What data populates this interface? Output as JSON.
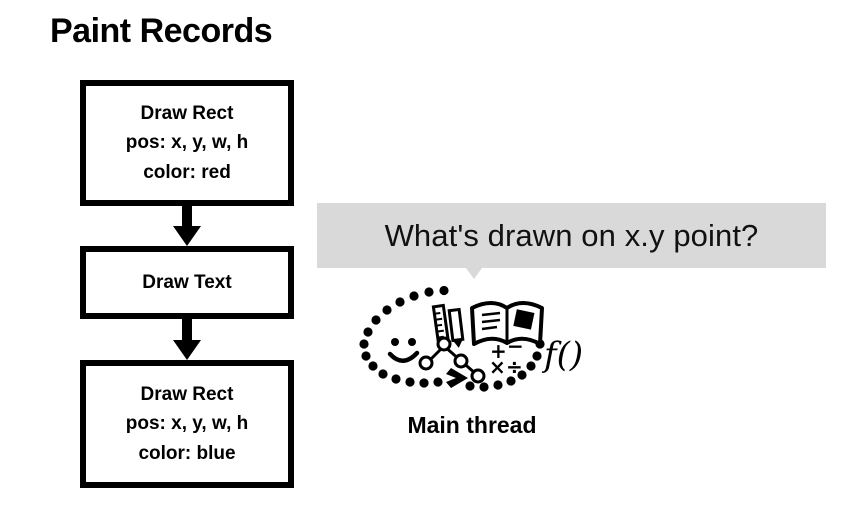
{
  "slide": {
    "title": "Paint Records",
    "background_color": "#ffffff",
    "text_color": "#000000"
  },
  "paint_records": {
    "boxes": [
      {
        "name": "draw-rect-red",
        "lines": [
          "Draw Rect",
          "pos: x, y, w, h",
          "color: red"
        ],
        "color_value": "red"
      },
      {
        "name": "draw-text",
        "lines": [
          "Draw Text"
        ]
      },
      {
        "name": "draw-rect-blue",
        "lines": [
          "Draw Rect",
          "pos: x, y, w, h",
          "color: blue"
        ],
        "color_value": "blue"
      }
    ],
    "arrow_count": 2
  },
  "speech_bubble": {
    "text": "What's drawn on x.y point?",
    "background_color": "#d9d9d9",
    "text_color": "#111111"
  },
  "main_thread": {
    "label": "Main thread",
    "icons": [
      "smiley-face-icon",
      "ruler-icon",
      "pencil-icon",
      "open-book-icon",
      "tree-graph-icon",
      "math-operators-icon",
      "function-notation-icon",
      "dotted-loop-arrow-icon"
    ],
    "math_operators": [
      "+",
      "−",
      "×",
      "÷"
    ],
    "function_notation": "f()"
  }
}
